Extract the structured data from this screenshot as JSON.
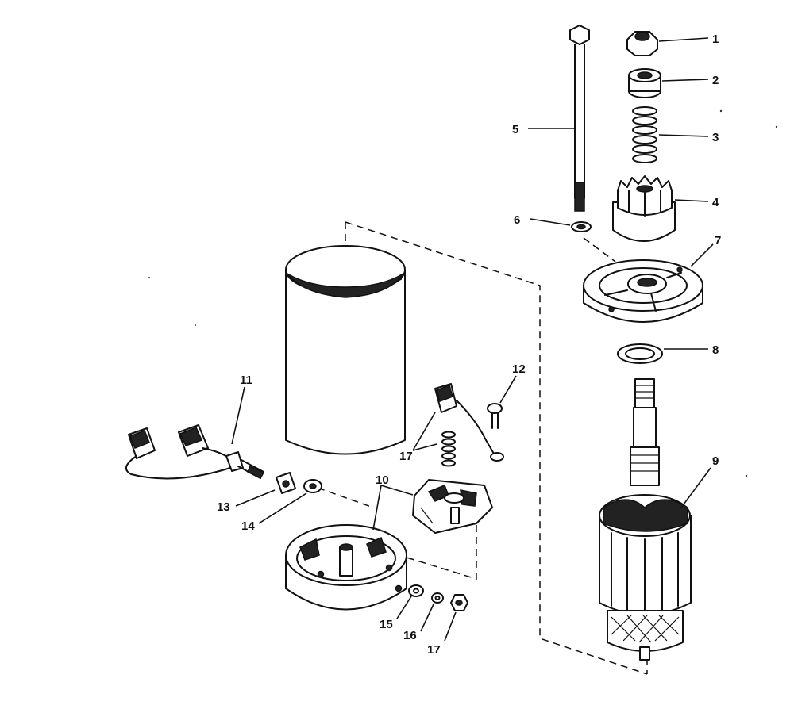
{
  "diagram": {
    "callouts": [
      {
        "id": "c1",
        "text": "1"
      },
      {
        "id": "c2",
        "text": "2"
      },
      {
        "id": "c3",
        "text": "3"
      },
      {
        "id": "c4",
        "text": "4"
      },
      {
        "id": "c5",
        "text": "5"
      },
      {
        "id": "c6",
        "text": "6"
      },
      {
        "id": "c7",
        "text": "7"
      },
      {
        "id": "c8",
        "text": "8"
      },
      {
        "id": "c9",
        "text": "9"
      },
      {
        "id": "c10",
        "text": "10"
      },
      {
        "id": "c11",
        "text": "11"
      },
      {
        "id": "c12",
        "text": "12"
      },
      {
        "id": "c13",
        "text": "13"
      },
      {
        "id": "c14",
        "text": "14"
      },
      {
        "id": "c15",
        "text": "15"
      },
      {
        "id": "c16",
        "text": "16"
      },
      {
        "id": "c17a",
        "text": "17"
      },
      {
        "id": "c17b",
        "text": "17"
      }
    ]
  }
}
